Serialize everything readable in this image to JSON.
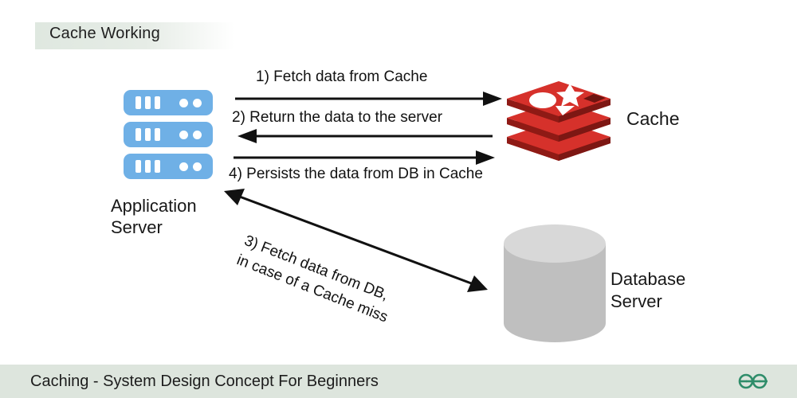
{
  "title": {
    "text": "Cache Working"
  },
  "nodes": {
    "app_server": {
      "label": "Application\nServer",
      "icon": "server-rack-icon",
      "color": "#6fb0e6"
    },
    "cache": {
      "label": "Cache",
      "icon": "redis-cache-icon",
      "color": "#d6312b"
    },
    "database": {
      "label": "Database\nServer",
      "icon": "database-cylinder-icon",
      "color": "#bfbfbf"
    }
  },
  "flows": [
    {
      "id": "1",
      "label": "1) Fetch data from Cache",
      "direction": "right",
      "from": "app_server",
      "to": "cache"
    },
    {
      "id": "2",
      "label": "2) Return the data to the server",
      "direction": "left",
      "from": "cache",
      "to": "app_server"
    },
    {
      "id": "3",
      "label": "3) Fetch data from DB,\nin case of a Cache miss",
      "direction": "both",
      "from": "app_server",
      "to": "database"
    },
    {
      "id": "4",
      "label": "4) Persists the data from DB in Cache",
      "direction": "right",
      "from": "app_server",
      "to": "cache"
    }
  ],
  "footer": {
    "text": "Caching - System Design Concept For Beginners",
    "logo": "geeksforgeeks-logo",
    "logo_color": "#2f8d6a",
    "background": "#dde5dd"
  }
}
